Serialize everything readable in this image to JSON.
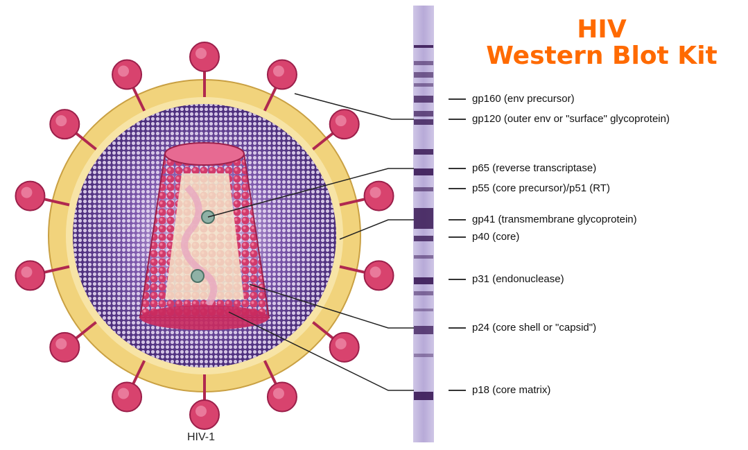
{
  "title": {
    "line1": "HIV",
    "line2": "Western Blot Kit"
  },
  "virus_label": "HIV-1",
  "colors": {
    "title": "#ff6a00",
    "membrane": "#f2d98a",
    "spike": "#d8436e",
    "capsid": "#c92a5e",
    "matrix": "#6e4a9e",
    "band": "#3a1a55"
  },
  "bands": [
    {
      "name": "gp160",
      "label": "gp160 (env precursor)"
    },
    {
      "name": "gp120",
      "label": "gp120 (outer env or \"surface\" glycoprotein)"
    },
    {
      "name": "p65",
      "label": "p65 (reverse transcriptase)"
    },
    {
      "name": "p55",
      "label": "p55 (core precursor)/p51 (RT)"
    },
    {
      "name": "gp41",
      "label": "gp41 (transmembrane glycoprotein)"
    },
    {
      "name": "p40",
      "label": "p40 (core)"
    },
    {
      "name": "p31",
      "label": "p31 (endonuclease)"
    },
    {
      "name": "p24",
      "label": "p24 (core shell or \"capsid\")"
    },
    {
      "name": "p18",
      "label": "p18 (core matrix)"
    }
  ]
}
